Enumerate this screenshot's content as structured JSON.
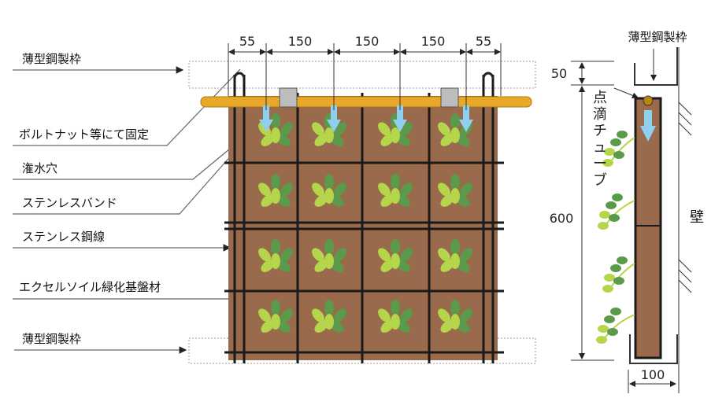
{
  "labels": {
    "frame_top": "薄型鋼製枠",
    "bolt_nut": "ボルトナット等にて固定",
    "irrigation_hole": "潅水穴",
    "stainless_band": "ステンレスバンド",
    "stainless_wire": "ステンレス鋼線",
    "substrate": "エクセルソイル緑化基盤材",
    "frame_bottom": "薄型鋼製枠"
  },
  "front_dimensions": [
    "55",
    "150",
    "150",
    "150",
    "55"
  ],
  "side": {
    "frame_label": "薄型鋼製枠",
    "drip_tube_label": [
      "点",
      "滴",
      "チ",
      "ュ",
      "ー",
      "ブ"
    ],
    "wall_label": "壁",
    "dim_top": "50",
    "dim_height": "600",
    "dim_width": "100"
  },
  "colors": {
    "substrate": "#9a6a4c",
    "pipe": "#e8a92a",
    "water_arrow": "#8fd0ee",
    "leaf_dark": "#5a9a4a",
    "leaf_light": "#b5d64a"
  }
}
